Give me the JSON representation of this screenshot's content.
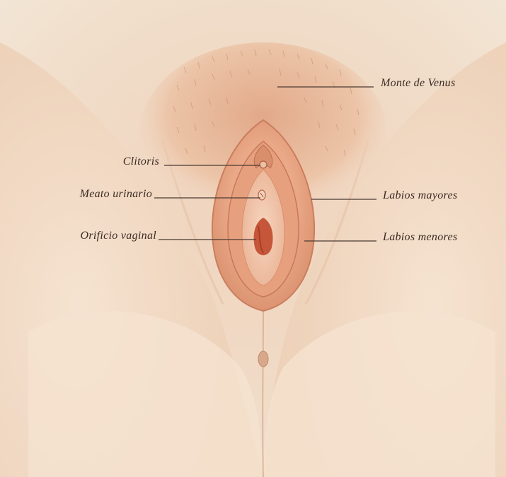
{
  "labels": {
    "monte_de_venus": "Monte de Venus",
    "clitoris": "Clitoris",
    "meato_urinario": "Meato urinario",
    "labios_mayores": "Labios mayores",
    "orificio_vaginal": "Orificio vaginal",
    "labios_menores": "Labios menores"
  },
  "colors": {
    "background": "#f1e3d2",
    "skin_light": "#f3dcc6",
    "skin_mid": "#e9b998",
    "labia_outer": "#d98f6c",
    "labia_inner": "#e7a07d",
    "vestibule": "#f1c3a6",
    "opening": "#c5563a",
    "leader_line": "#4a3a32",
    "label_text": "#3b2a22"
  }
}
